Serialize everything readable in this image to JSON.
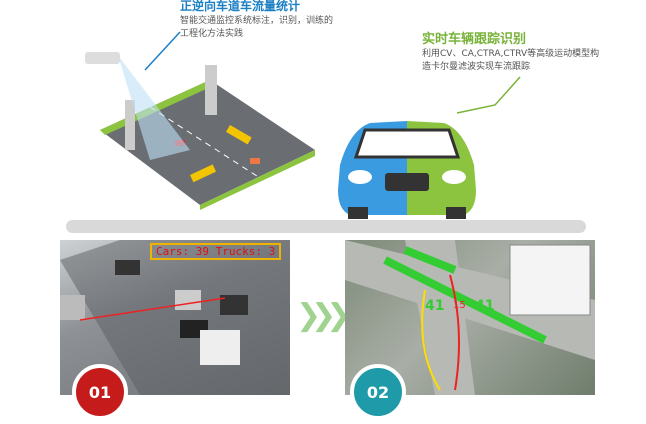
{
  "section1": {
    "title": "正逆向车道车流量统计",
    "desc": "智能交通监控系统标注，识别，训练的工程化方法实践"
  },
  "section2": {
    "title": "实时车辆跟踪识别",
    "desc": "利用CV、CA,CTRA,CTRV等高级运动模型构造卡尔曼滤波实现车流跟踪"
  },
  "photo1": {
    "counter": "Cars: 39 Trucks: 3",
    "badge": "01"
  },
  "photo2": {
    "labels": [
      "41",
      "15",
      "41"
    ],
    "badge": "02"
  },
  "colors": {
    "blue": "#1a7fc4",
    "green": "#79b33a",
    "red": "#c61b1b",
    "teal": "#1f9aa8"
  }
}
